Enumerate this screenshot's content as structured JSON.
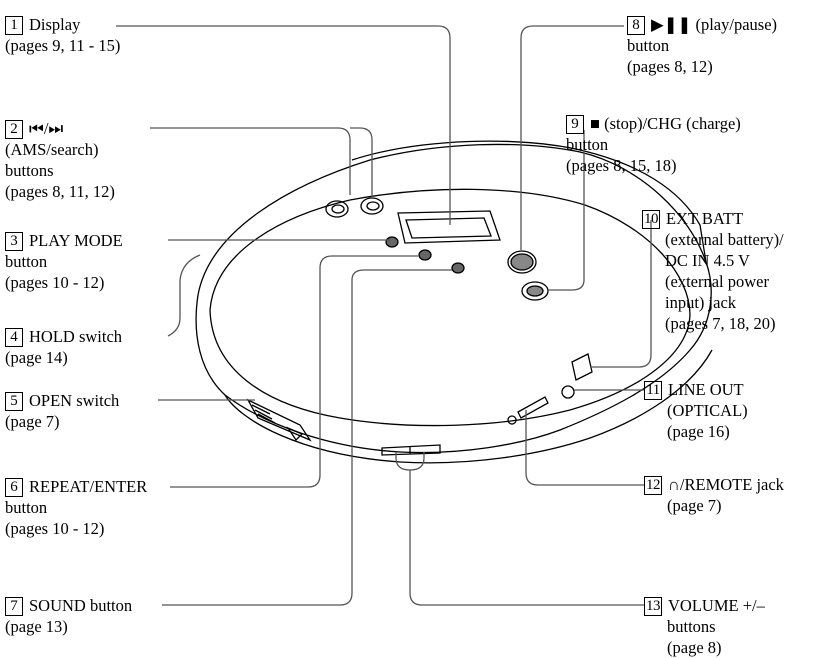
{
  "labels": {
    "l1": {
      "num": "1",
      "lines": [
        "Display",
        "(pages 9, 11 - 15)"
      ]
    },
    "l2": {
      "num": "2",
      "lines": [
        "⏮/⏭",
        "(AMS/search)",
        "buttons",
        "(pages 8, 11, 12)"
      ]
    },
    "l3": {
      "num": "3",
      "lines": [
        "PLAY MODE",
        "button",
        "(pages 10 - 12)"
      ]
    },
    "l4": {
      "num": "4",
      "lines": [
        "HOLD switch",
        "(page 14)"
      ]
    },
    "l5": {
      "num": "5",
      "lines": [
        "OPEN switch",
        "(page 7)"
      ]
    },
    "l6": {
      "num": "6",
      "lines": [
        "REPEAT/ENTER",
        "button",
        "(pages 10 - 12)"
      ]
    },
    "l7": {
      "num": "7",
      "lines": [
        "SOUND button",
        "(page 13)"
      ]
    },
    "l8": {
      "num": "8",
      "lines": [
        "▶❚❚ (play/pause)",
        "button",
        "(pages 8, 12)"
      ]
    },
    "l9": {
      "num": "9",
      "lines": [
        "■ (stop)/CHG (charge)",
        "button",
        "(pages 8, 15, 18)"
      ]
    },
    "l10": {
      "num": "10",
      "lines": [
        "EXT BATT",
        "(external battery)/",
        "DC IN 4.5 V",
        "(external power",
        "input) jack",
        "(pages 7, 18, 20)"
      ]
    },
    "l11": {
      "num": "11",
      "lines": [
        "LINE OUT",
        "(OPTICAL)",
        "(page 16)"
      ]
    },
    "l12": {
      "num": "12",
      "lines": [
        "∩/REMOTE jack",
        "(page 7)"
      ]
    },
    "l13": {
      "num": "13",
      "lines": [
        "VOLUME +/–",
        "buttons",
        "(page 8)"
      ]
    }
  }
}
